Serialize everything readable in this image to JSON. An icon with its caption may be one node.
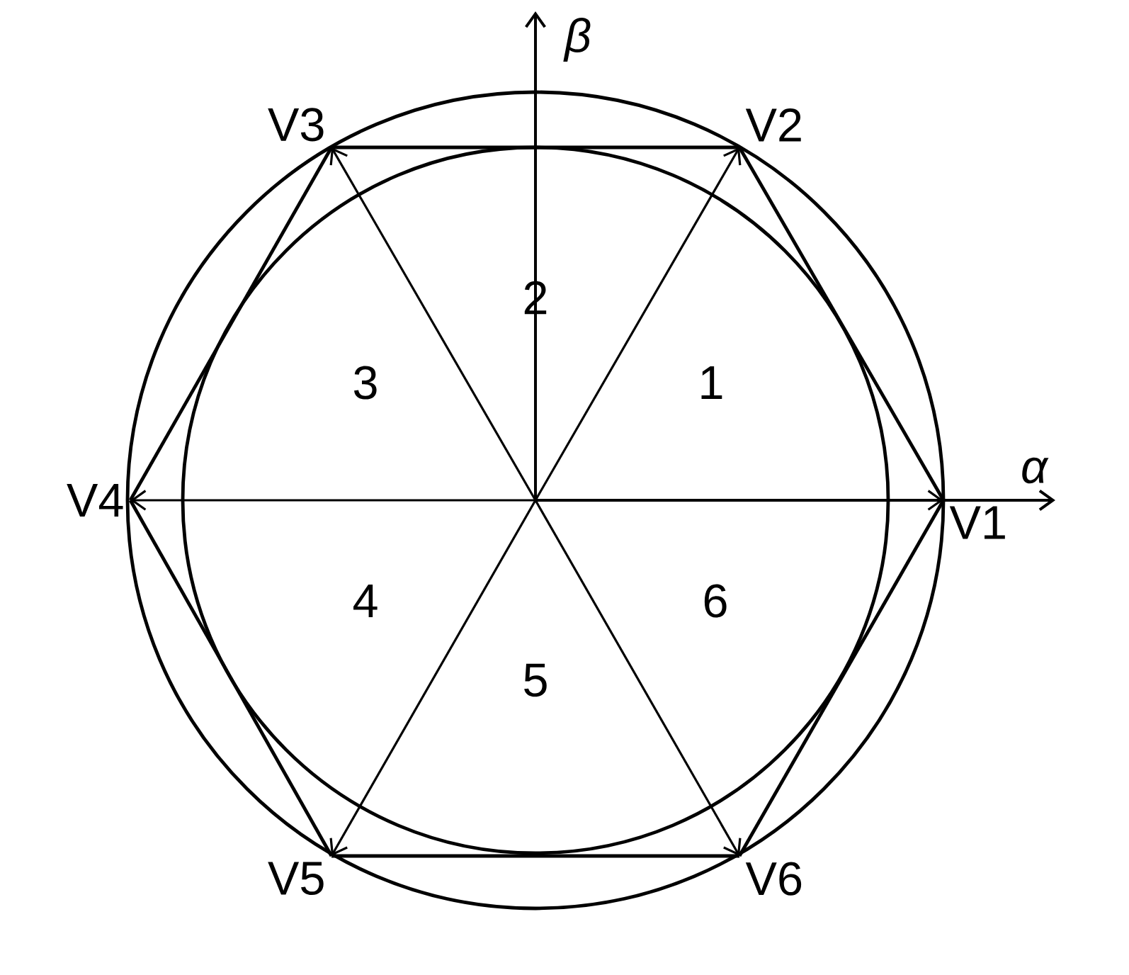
{
  "diagram": {
    "nodes": [
      {
        "text": [
          "V1"
        ]
      },
      {
        "text": [
          "V2"
        ]
      },
      {
        "text": [
          "V3"
        ]
      },
      {
        "text": [
          "V4"
        ]
      },
      {
        "text": [
          "V5"
        ]
      },
      {
        "text": [
          "V6"
        ]
      }
    ],
    "edges": [
      {
        "from": null,
        "to": 0,
        "arrow": "to"
      },
      {
        "from": null,
        "to": 1,
        "arrow": "to"
      },
      {
        "from": null,
        "to": 2,
        "arrow": "to"
      },
      {
        "from": null,
        "to": 3,
        "arrow": "to"
      },
      {
        "from": null,
        "to": 4,
        "arrow": "to"
      },
      {
        "from": null,
        "to": 5,
        "arrow": "to"
      },
      {
        "from": 0,
        "to": 1,
        "arrow": "none"
      },
      {
        "from": 1,
        "to": 2,
        "arrow": "none"
      },
      {
        "from": 2,
        "to": 3,
        "arrow": "none"
      },
      {
        "from": 3,
        "to": 4,
        "arrow": "none"
      },
      {
        "from": 4,
        "to": 5,
        "arrow": "none"
      },
      {
        "from": 5,
        "to": 0,
        "arrow": "none"
      }
    ],
    "labels": [
      "β",
      "2",
      "3",
      "1",
      "α",
      "4",
      "6",
      "5"
    ]
  }
}
